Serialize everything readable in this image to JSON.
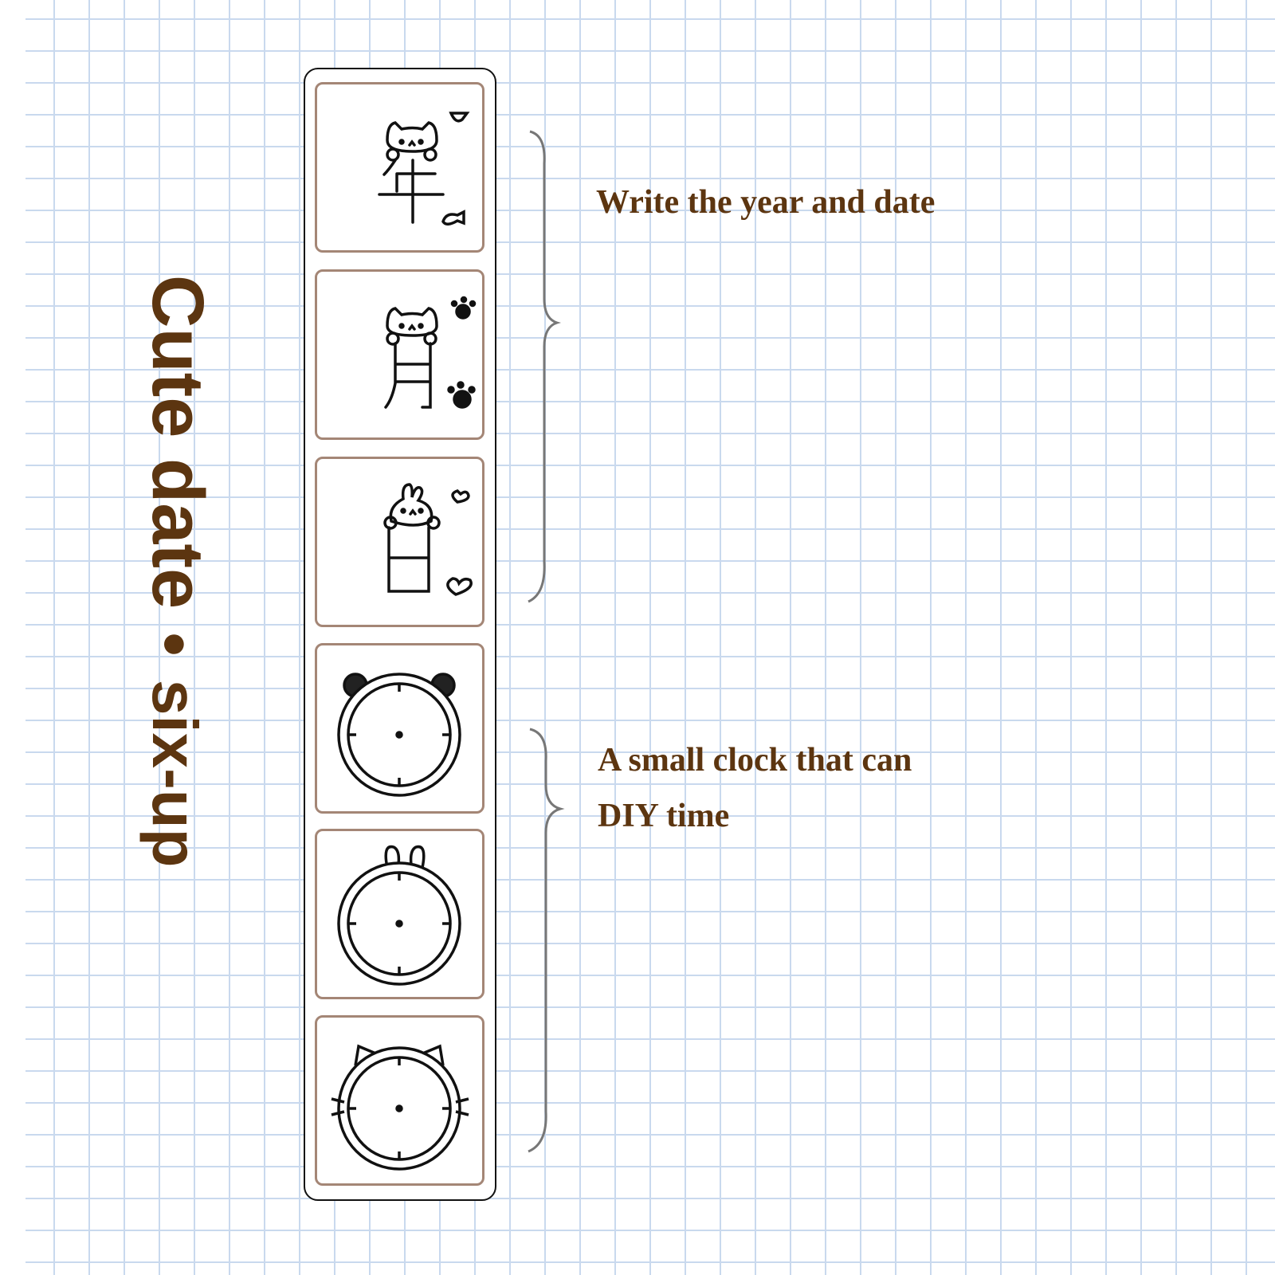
{
  "title": {
    "main": "Cute date",
    "separator": "•",
    "sub": "six-up"
  },
  "annotations": {
    "date_note": "Write the year and date",
    "clock_note_line1": "A small clock that can",
    "clock_note_line2": "DIY time"
  },
  "stamps": [
    {
      "glyph": "年",
      "animal": "cat",
      "decor": "fish"
    },
    {
      "glyph": "月",
      "animal": "cat",
      "decor": "paw"
    },
    {
      "glyph": "日",
      "animal": "bunny",
      "decor": "heart"
    },
    {
      "type": "clock",
      "animal": "bear"
    },
    {
      "type": "clock",
      "animal": "bunny"
    },
    {
      "type": "clock",
      "animal": "cat"
    }
  ],
  "colors": {
    "text": "#5c3510",
    "stamp_border": "#a48676",
    "grid": "#c9d9ee",
    "brace": "#777777"
  }
}
